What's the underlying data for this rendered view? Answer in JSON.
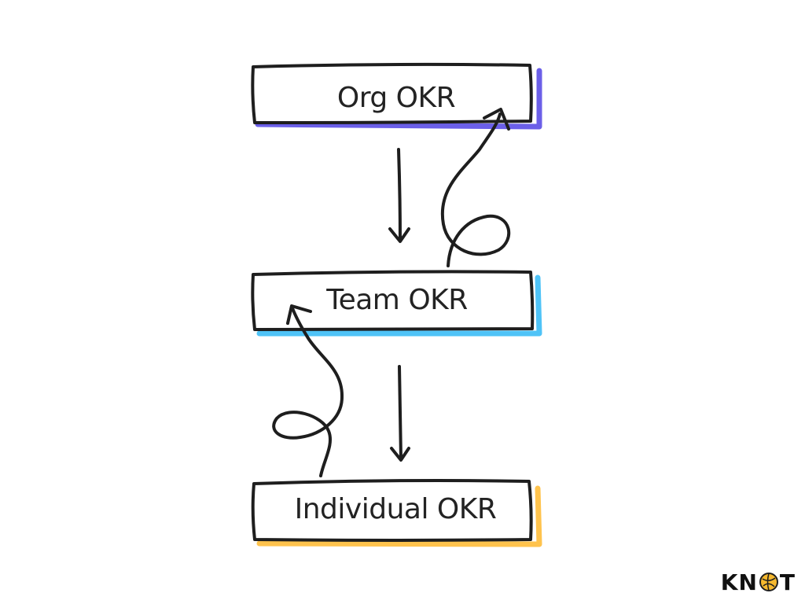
{
  "boxes": [
    {
      "id": "org",
      "label": "Org OKR",
      "accent": "#6b5fe8"
    },
    {
      "id": "team",
      "label": "Team OKR",
      "accent": "#4fc3f7"
    },
    {
      "id": "individual",
      "label": "Individual OKR",
      "accent": "#ffc34d"
    }
  ],
  "logo": {
    "text_before": "KN",
    "text_after": "T",
    "ball_color": "#f5b82e",
    "icon": "ball-icon"
  },
  "colors": {
    "stroke": "#1e1e1e",
    "background": "#ffffff"
  }
}
